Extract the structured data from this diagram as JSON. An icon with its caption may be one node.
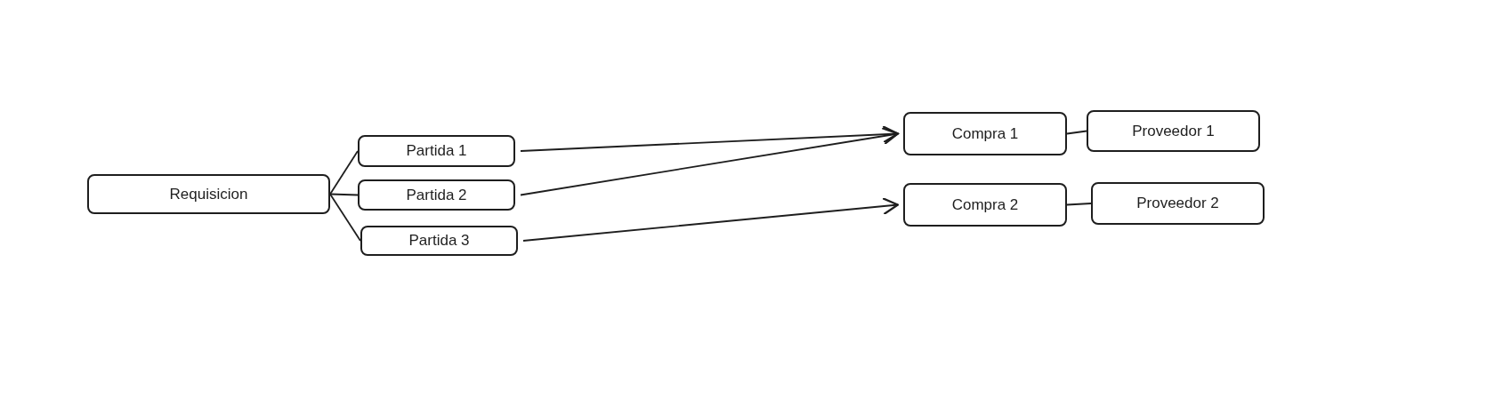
{
  "diagram": {
    "nodes": [
      {
        "text": [
          "Requisicion"
        ]
      },
      {
        "text": [
          "Partida 1"
        ]
      },
      {
        "text": [
          "Partida 2"
        ]
      },
      {
        "text": [
          "Partida 3"
        ]
      },
      {
        "text": [
          "Compra 1"
        ]
      },
      {
        "text": [
          "Proveedor 1"
        ]
      },
      {
        "text": [
          "Compra 2"
        ]
      },
      {
        "text": [
          "Proveedor 2"
        ]
      }
    ],
    "edges": [
      {
        "from": 0,
        "to": 1,
        "arrow": "none"
      },
      {
        "from": 0,
        "to": 2,
        "arrow": "none"
      },
      {
        "from": 0,
        "to": 3,
        "arrow": "none"
      },
      {
        "from": 1,
        "to": 4,
        "arrow": "to"
      },
      {
        "from": 2,
        "to": 4,
        "arrow": "to"
      },
      {
        "from": 3,
        "to": 6,
        "arrow": "to"
      },
      {
        "from": 4,
        "to": 5,
        "arrow": "none"
      },
      {
        "from": 6,
        "to": 7,
        "arrow": "none"
      }
    ]
  }
}
